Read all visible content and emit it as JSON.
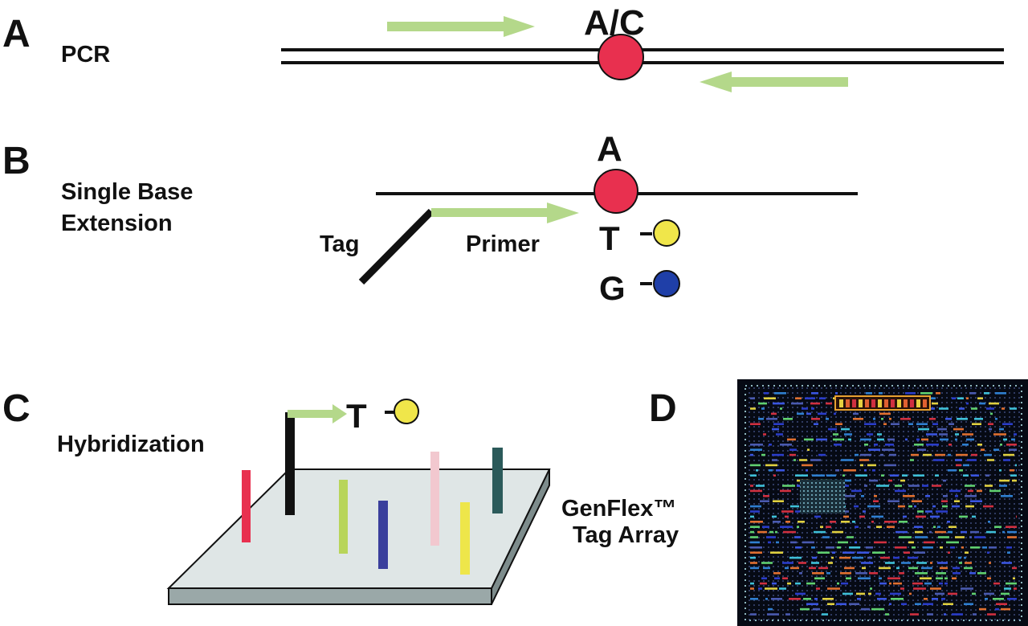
{
  "panels": {
    "a": {
      "letter": "A",
      "title": "PCR",
      "snp_label": "A/C"
    },
    "b": {
      "letter": "B",
      "title_line1": "Single Base",
      "title_line2": "Extension",
      "template_base": "A",
      "tag_label": "Tag",
      "primer_label": "Primer",
      "ddntp": [
        {
          "base": "T",
          "dye_color": "#f0e64a"
        },
        {
          "base": "G",
          "dye_color": "#1f3fa8"
        }
      ]
    },
    "c": {
      "letter": "C",
      "title": "Hybridization",
      "extended_base": "T",
      "array_label_line1": "GenFlex™",
      "array_label_line2": "Tag Array"
    },
    "d": {
      "letter": "D"
    }
  },
  "colors": {
    "snp": "#e8304f",
    "arrow": "#b4d88a",
    "dye_t": "#f0e64a",
    "dye_g": "#1f3fa8",
    "chip_surface": "#dfe6e6",
    "chip_edge": "#9aa8a8",
    "probes": [
      "#e8304f",
      "#111111",
      "#b8d55a",
      "#3a3f9c",
      "#f2c8cf",
      "#eee64a",
      "#2b5a5a"
    ],
    "scan_background": "#060a14"
  },
  "icons": {
    "dye": "circle-dye-icon",
    "arrow": "arrow-right-icon"
  }
}
